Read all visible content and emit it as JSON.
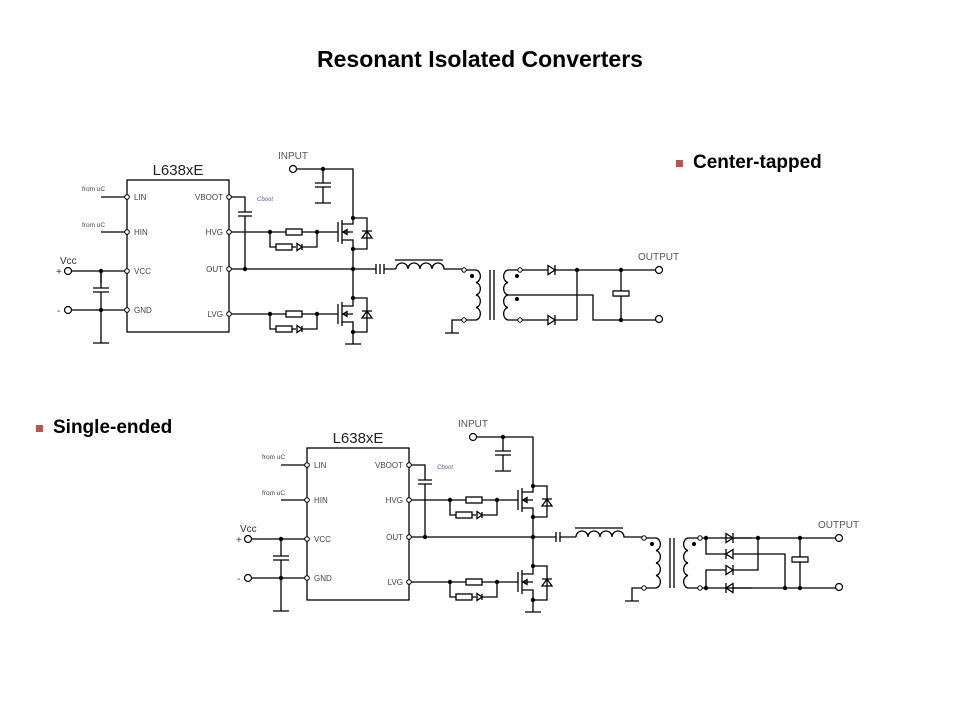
{
  "slide": {
    "title": "Resonant Isolated Converters",
    "bullet_color": "#c0504d"
  },
  "bullets": [
    {
      "label": "Center-tapped"
    },
    {
      "label": "Single-ended"
    }
  ],
  "schematics": [
    {
      "name": "center-tapped",
      "chip": "L638xE",
      "left_pins": [
        "LIN",
        "HIN",
        "VCC",
        "GND"
      ],
      "right_pins": [
        "VBOOT",
        "HVG",
        "OUT",
        "LVG"
      ],
      "from_uc": "from uC",
      "vcc_label": "Vcc",
      "plus": "+",
      "minus": "-",
      "cboot": "Cboot",
      "input": "INPUT",
      "output": "OUTPUT"
    },
    {
      "name": "single-ended",
      "chip": "L638xE",
      "left_pins": [
        "LIN",
        "HIN",
        "VCC",
        "GND"
      ],
      "right_pins": [
        "VBOOT",
        "HVG",
        "OUT",
        "LVG"
      ],
      "from_uc": "from uC",
      "vcc_label": "Vcc",
      "plus": "+",
      "minus": "-",
      "cboot": "Cboot",
      "input": "INPUT",
      "output": "OUTPUT"
    }
  ]
}
